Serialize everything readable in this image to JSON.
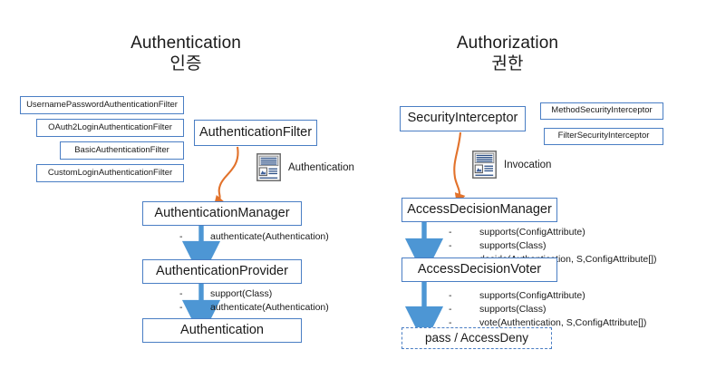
{
  "diagram": {
    "title_left": "Authentication",
    "subtitle_left": "인증",
    "title_right": "Authorization",
    "subtitle_right": "권한",
    "colors": {
      "box_border": "#4a7ec4",
      "arrow_blue": "#4d96d4",
      "arrow_orange": "#e2722b",
      "text": "#1a1a1a",
      "background": "#ffffff"
    }
  },
  "left": {
    "filters": [
      {
        "label": "UsernamePasswordAuthenticationFilter"
      },
      {
        "label": "OAuth2LoginAuthenticationFilter"
      },
      {
        "label": "BasicAuthenticationFilter"
      },
      {
        "label": "CustomLoginAuthenticationFilter"
      }
    ],
    "nodes": {
      "filter": "AuthenticationFilter",
      "manager": "AuthenticationManager",
      "provider": "AuthenticationProvider",
      "result": "Authentication"
    },
    "payload_label": "Authentication",
    "payload_icon": "document-icon",
    "manager_methods": [
      {
        "dash": "-",
        "text": "authenticate(Authentication)"
      }
    ],
    "provider_methods": [
      {
        "dash": "-",
        "text": "support(Class)"
      },
      {
        "dash": "-",
        "text": "authenticate(Authentication)"
      }
    ]
  },
  "right": {
    "interceptors": [
      {
        "label": "MethodSecurityInterceptor"
      },
      {
        "label": "FilterSecurityInterceptor"
      }
    ],
    "nodes": {
      "interceptor": "SecurityInterceptor",
      "manager": "AccessDecisionManager",
      "voter": "AccessDecisionVoter",
      "result": "pass / AccessDeny"
    },
    "payload_label": "Invocation",
    "payload_icon": "document-icon",
    "manager_methods": [
      {
        "dash": "-",
        "text": "supports(ConfigAttribute)"
      },
      {
        "dash": "-",
        "text": "supports(Class)"
      },
      {
        "dash": "-",
        "text": "decide(Authentication, S,ConfigAttribute[])"
      }
    ],
    "voter_methods": [
      {
        "dash": "-",
        "text": "supports(ConfigAttribute)"
      },
      {
        "dash": "-",
        "text": "supports(Class)"
      },
      {
        "dash": "-",
        "text": "vote(Authentication, S,ConfigAttribute[])"
      }
    ]
  }
}
